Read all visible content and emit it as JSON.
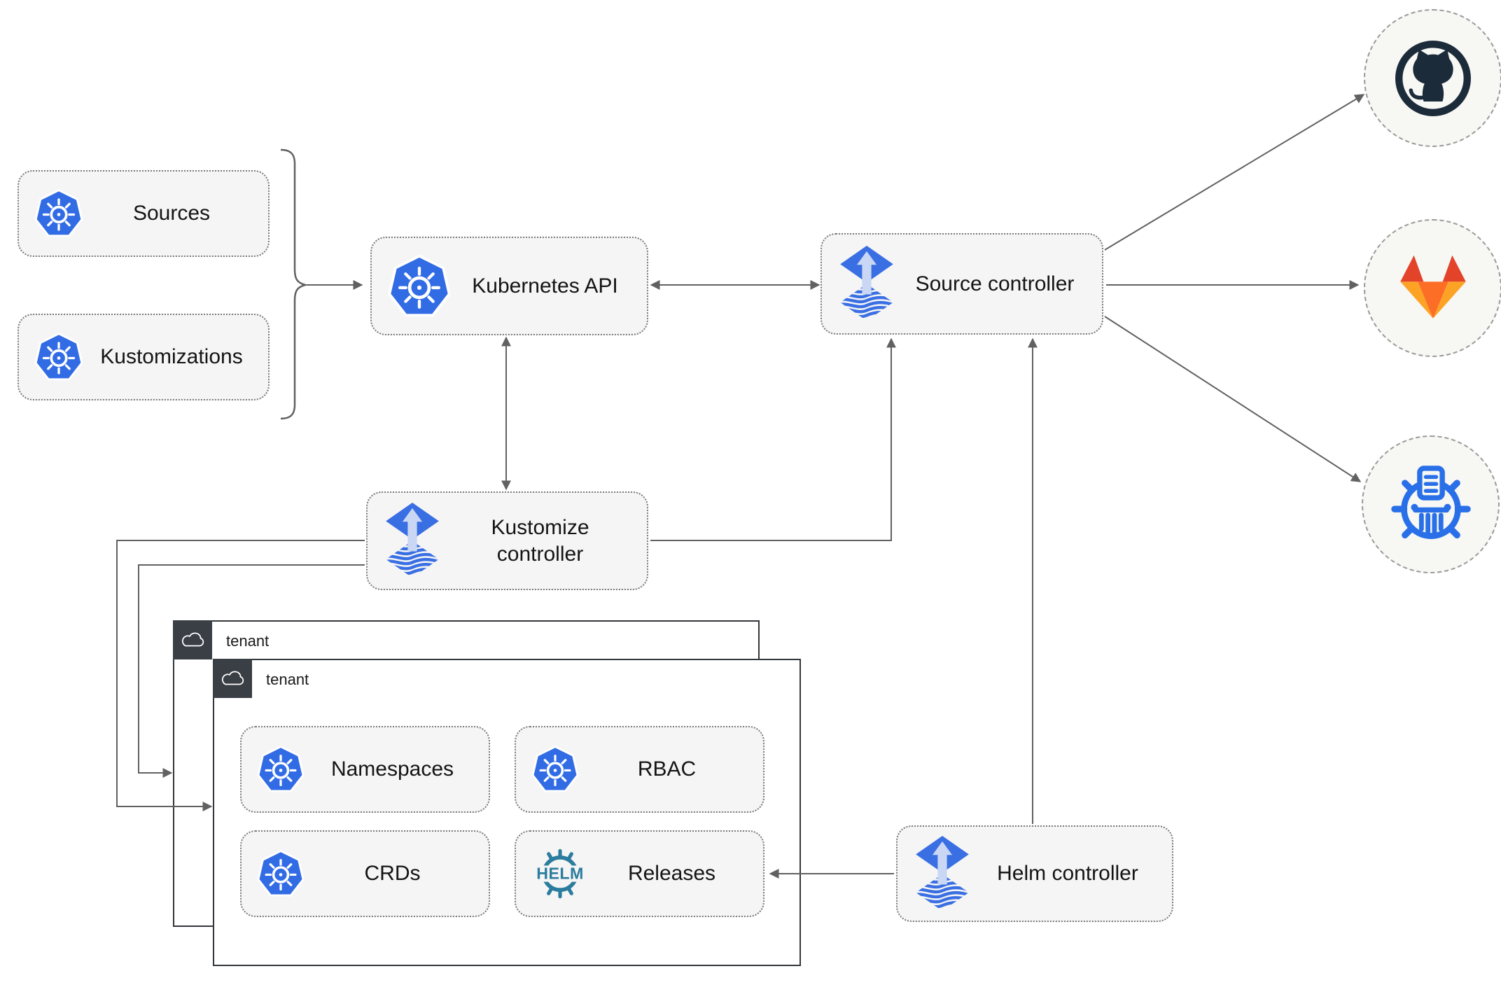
{
  "nodes": {
    "sources": "Sources",
    "kustomizations": "Kustomizations",
    "kubernetes_api": "Kubernetes API",
    "source_controller": "Source controller",
    "kustomize_controller": "Kustomize controller",
    "helm_controller": "Helm controller",
    "namespaces": "Namespaces",
    "rbac": "RBAC",
    "crds": "CRDs",
    "releases": "Releases"
  },
  "tenants": {
    "back": "tenant",
    "front": "tenant"
  },
  "helm_logo_text": "HELM",
  "icons": {
    "kubernetes": "kubernetes-wheel-icon",
    "flux": "flux-diamond-arrow-icon",
    "helm": "helm-ship-wheel-icon",
    "cloud": "cloud-icon",
    "github": "github-octocat-icon",
    "gitlab": "gitlab-tanuki-icon",
    "helm_repository": "chart-repository-columns-icon"
  },
  "colors": {
    "kubernetes_blue": "#326ce5",
    "flux_blue": "#3a6fe3",
    "flux_arrow_light": "#c9d7f4",
    "helm_teal": "#2b7c9e",
    "github_dark": "#1c2b3a",
    "gitlab_red": "#e24329",
    "gitlab_orange": "#fc6d26",
    "gitlab_light_orange": "#fca326",
    "repository_blue": "#2970e8",
    "node_fill": "#f5f5f5",
    "line_gray": "#616161",
    "tenant_border": "#33363a"
  }
}
